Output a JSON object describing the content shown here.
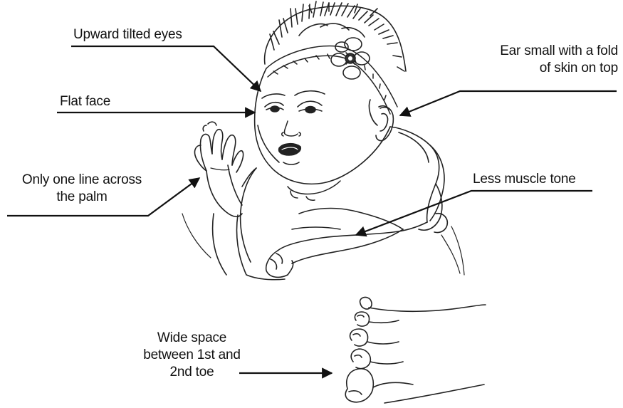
{
  "annotations": {
    "upward_tilted_eyes": {
      "lines": [
        "Upward tilted eyes"
      ]
    },
    "flat_face": {
      "lines": [
        "Flat face"
      ]
    },
    "palm_line": {
      "lines": [
        "Only one line across",
        "the palm"
      ]
    },
    "small_ear": {
      "lines": [
        "Ear small with a fold",
        "of skin on top"
      ]
    },
    "muscle_tone": {
      "lines": [
        "Less muscle tone"
      ]
    },
    "toe_space": {
      "lines": [
        "Wide space",
        "between 1st and",
        "2nd toe"
      ]
    }
  },
  "colors": {
    "ink": "#111111",
    "background": "#ffffff"
  }
}
